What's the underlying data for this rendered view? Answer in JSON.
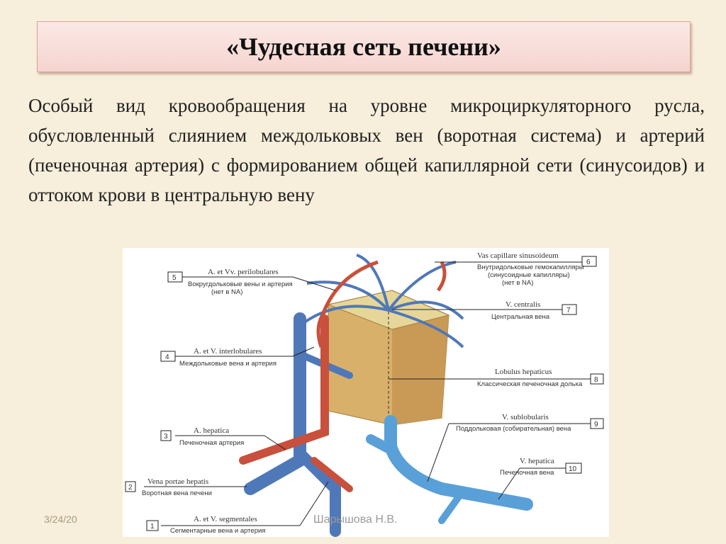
{
  "slide": {
    "title": "«Чудесная сеть печени»",
    "body": "Особый вид кровообращения на уровне микроциркуляторного русла, обусловленный слиянием междольковых вен (воротная система) и артерий (печеночная артерия) с формированием общей капиллярной сети (синусоидов) и оттоком крови в центральную вену",
    "date": "3/24/20",
    "author": "Шарышова Н.В."
  },
  "diagram": {
    "labels": [
      {
        "num": "1",
        "latin": "A. et V. segmentales",
        "ru": "Сегментарные вена и артерия"
      },
      {
        "num": "2",
        "latin": "Vena portae hepatis",
        "ru": "Воротная вена печени"
      },
      {
        "num": "3",
        "latin": "A. hepatica",
        "ru": "Печеночная артерия"
      },
      {
        "num": "4",
        "latin": "A. et V. interlobulares",
        "ru": "Междольковые вена и артерия"
      },
      {
        "num": "5",
        "latin": "A. et Vv. perilobulares",
        "ru": "Вокругдольковые вены и артерия",
        "note": "(нет в NA)"
      },
      {
        "num": "6",
        "latin": "Vas capillare sinusoideum",
        "ru": "Внутридольковые гемокапилляры",
        "ru2": "(синусоидные капилляры)",
        "note": "(нет в NA)"
      },
      {
        "num": "7",
        "latin": "V. centralis",
        "ru": "Центральная вена"
      },
      {
        "num": "8",
        "latin": "Lobulus hepaticus",
        "ru": "Классическая печеночная долька"
      },
      {
        "num": "9",
        "latin": "V. sublobularis",
        "ru": "Поддольковая (собирательная) вена"
      },
      {
        "num": "10",
        "latin": "V. hepatica",
        "ru": "Печеночная вена"
      }
    ],
    "colors": {
      "vein": "#4f78b8",
      "artery": "#c8503c",
      "lobule": "#d8b06a",
      "hepatic_vein": "#5aa0d8"
    }
  }
}
